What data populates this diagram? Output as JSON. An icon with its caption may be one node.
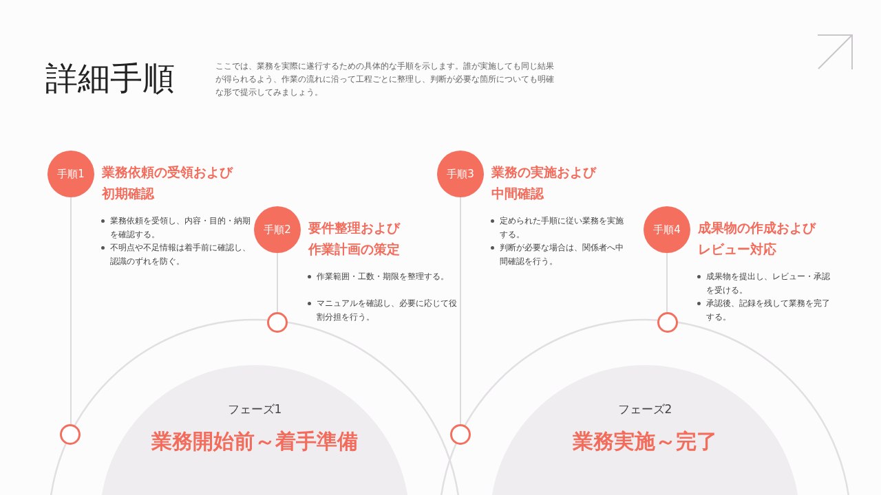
{
  "diagram": {
    "title": "詳細手順",
    "nodes": [
      {
        "text": [
          "手順1"
        ],
        "beside": [
          "業務依頼の受領および初期確認",
          "業務依頼を受領し、内容・目的・納期を確認する。",
          "不明点や不足情報は着手前に確認し、認識のずれを防ぐ。"
        ]
      },
      {
        "text": [
          "手順2"
        ],
        "beside": [
          "要件整理および作業計画の策定",
          "作業範囲・工数・期限を整理する。",
          "マニュアルを確認し、必要に応じて役割分担を行う。"
        ]
      },
      {
        "text": [
          "手順3"
        ],
        "beside": [
          "業務の実施および中間確認",
          "定められた手順に従い業務を実施する。",
          "判断が必要な場合は、関係者へ中間確認を行う。"
        ]
      },
      {
        "text": [
          "手順4"
        ],
        "beside": [
          "成果物の作成およびレビュー対応",
          "成果物を提出し、レビュー・承認を受ける。",
          "承認後、記録を残して業務を完了する。"
        ]
      },
      {
        "text": [
          "フェーズ1",
          "業務開始前～着手準備"
        ]
      },
      {
        "text": [
          "フェーズ2",
          "業務実施～完了"
        ]
      },
      {
        "text": [],
        "shape": "circle"
      },
      {
        "text": [],
        "shape": "circle"
      },
      {
        "text": [],
        "shape": "circle"
      },
      {
        "text": [],
        "shape": "circle"
      }
    ],
    "edges": [
      {
        "from": 0,
        "to": 6,
        "arrow": "none"
      },
      {
        "from": 1,
        "to": 7,
        "arrow": "none"
      },
      {
        "from": 2,
        "to": 8,
        "arrow": "none"
      },
      {
        "from": 3,
        "to": 9,
        "arrow": "none"
      }
    ],
    "labels": [
      "ここでは、業務を実際に遂行するための具体的な手順を示します。誰が実施しても同じ結果が得られるよう、作業の流れに沿って工程ごとに整理し、判断が必要な箇所についても明確な形で提示してみましょう。"
    ]
  }
}
